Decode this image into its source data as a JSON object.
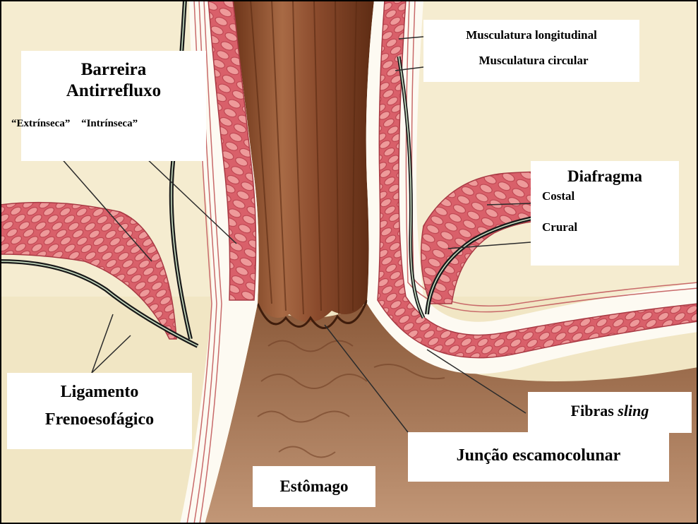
{
  "labels": {
    "barrier_title_line1": "Barreira",
    "barrier_title_line2": "Antirrefluxo",
    "extrinsic": "“Extrínseca”",
    "intrinsic": "“Intrínseca”",
    "longitudinal_muscle": "Musculatura longitudinal",
    "circular_muscle": "Musculatura circular",
    "diaphragm": "Diafragma",
    "costal": "Costal",
    "crural": "Crural",
    "ligament_line1": "Ligamento",
    "ligament_line2": "Frenoesofágico",
    "sling_prefix": "Fibras ",
    "sling_italic": "sling",
    "squamocolumnar_junction": "Junção escamocolunar",
    "stomach": "Estômago"
  },
  "colors": {
    "background": "#f5ecd0",
    "muscle": "#d9606a",
    "muscle_light": "#eba0a0",
    "mucosa": "#8a4a2c",
    "sheath": "#fdfaf2",
    "fascia": "#1a1a1a",
    "leader_line": "#2b2b2b",
    "border": "#000000"
  }
}
